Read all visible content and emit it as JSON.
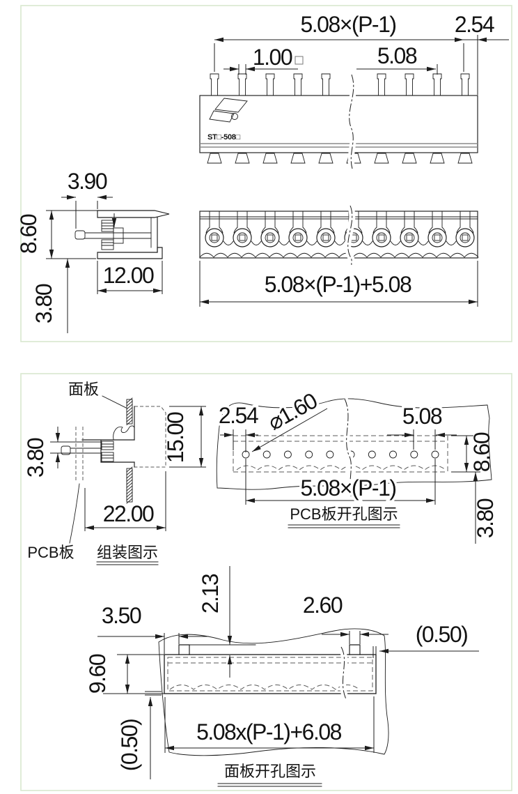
{
  "panel1": {
    "top_view": {
      "dim_span": "5.08×(P-1)",
      "dim_end": "2.54",
      "dim_pin_width": "1.00",
      "dim_pitch": "5.08",
      "model": "ST□-508□"
    },
    "side_view": {
      "dim_pin_protrusion": "3.90",
      "dim_height": "8.60",
      "dim_depth": "12.00",
      "dim_pin_offset": "3.80"
    },
    "bottom_view": {
      "dim_total": "5.08×(P-1)+5.08"
    }
  },
  "panel2": {
    "assembly": {
      "label_panel": "面板",
      "label_pcb": "PCB板",
      "dim_pin_offset": "3.80",
      "dim_height": "15.00",
      "dim_depth": "22.00",
      "title": "组装图示"
    },
    "pcb_holes": {
      "dim_edge": "2.54",
      "dim_hole_dia": "⌀1.60",
      "dim_pitch": "5.08",
      "dim_height": "8.60",
      "dim_offset": "3.80",
      "dim_span": "5.08×(P-1)",
      "title": "PCB板开孔图示"
    },
    "panel_cutout": {
      "dim_notch_height": "2.13",
      "dim_left_gap": "3.50",
      "dim_notch_width": "2.60",
      "dim_clearance_right": "(0.50)",
      "dim_height": "9.60",
      "dim_clearance_bottom": "(0.50)",
      "dim_width": "5.08x(P-1)+6.08",
      "title": "面板开孔图示"
    }
  },
  "colors": {
    "panel_border": "#d9e8cf",
    "line": "#1c1c1c",
    "gray_line": "#8a8a8a"
  }
}
